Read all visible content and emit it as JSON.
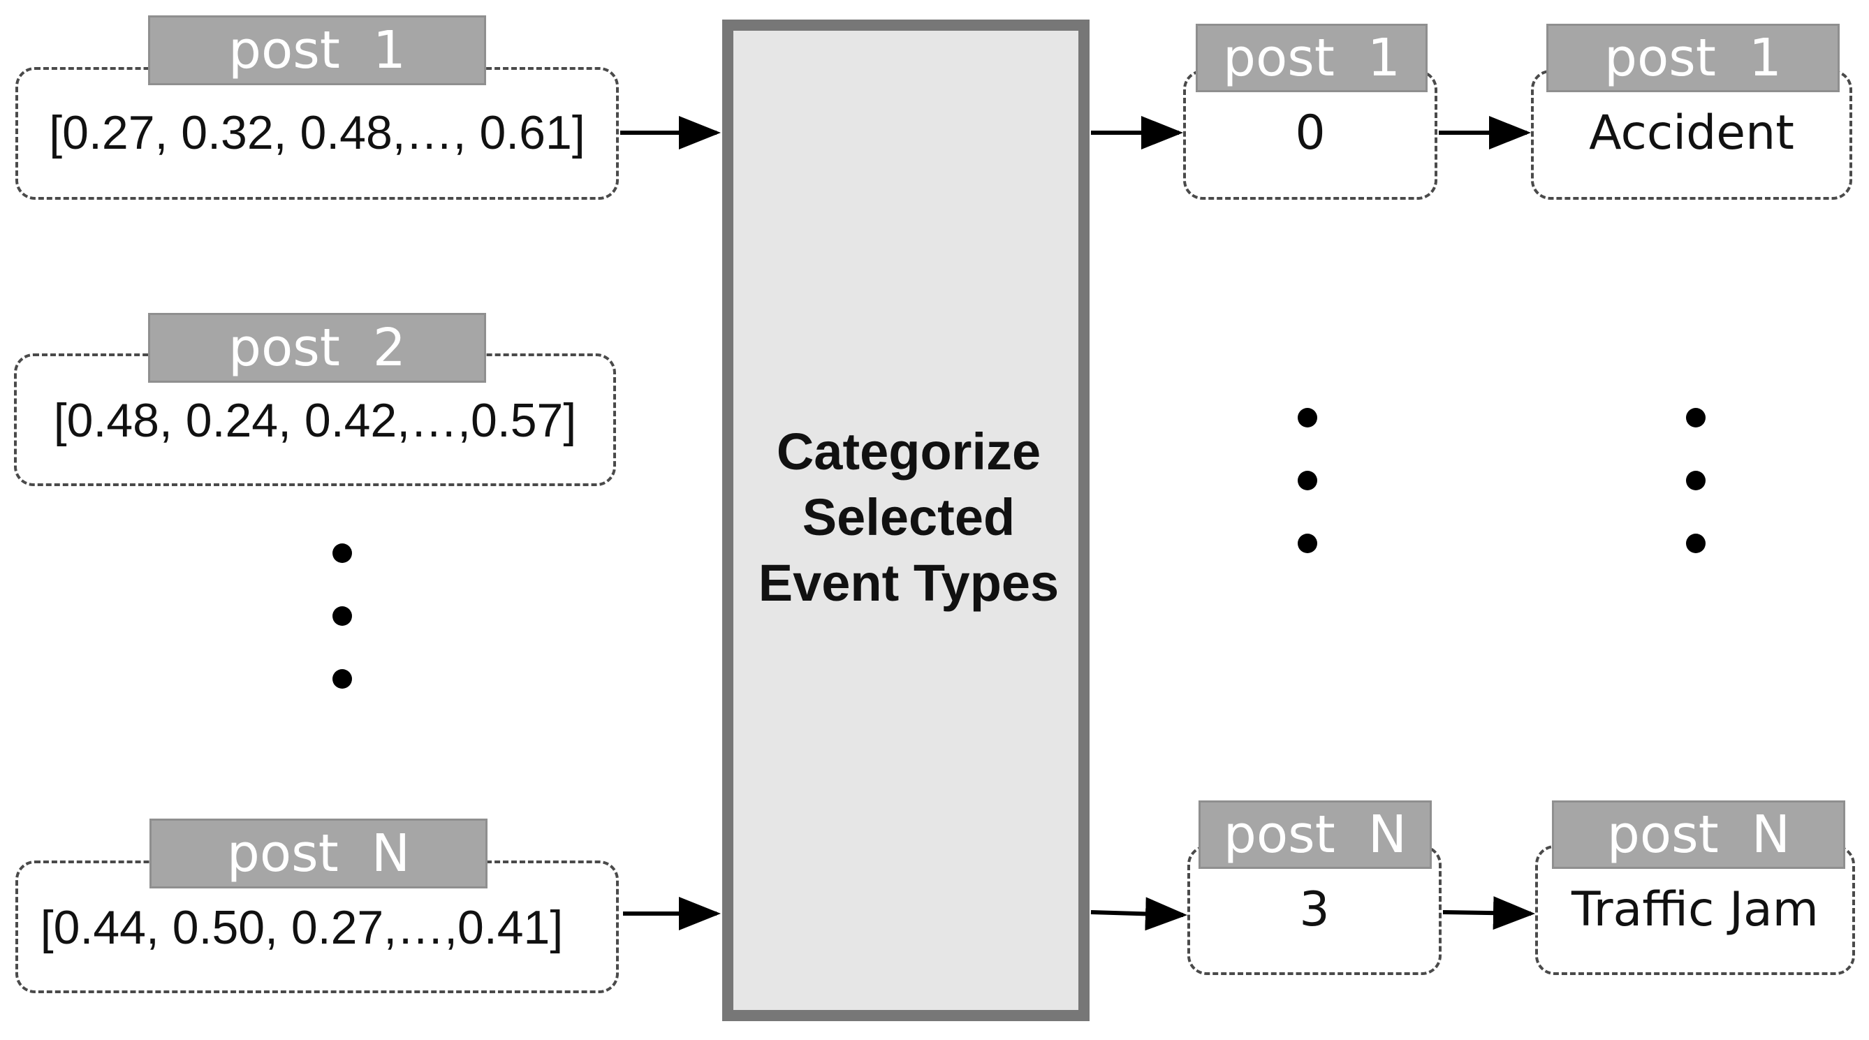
{
  "inputs": [
    {
      "tag": "post  1",
      "vector": "[0.27, 0.32, 0.48,…, 0.61]"
    },
    {
      "tag": "post  2",
      "vector": "[0.48, 0.24, 0.42,…,0.57]"
    },
    {
      "tag": "post  N",
      "vector": "[0.44, 0.50, 0.27,…,0.41]"
    }
  ],
  "process": {
    "lines": [
      "Categorize",
      "Selected",
      "Event Types"
    ]
  },
  "class_ids": [
    {
      "tag": "post  1",
      "value": "0"
    },
    {
      "tag": "post  N",
      "value": "3"
    }
  ],
  "event_labels": [
    {
      "tag": "post  1",
      "value": "Accident"
    },
    {
      "tag": "post  N",
      "value": "Traffic Jam"
    }
  ],
  "colors": {
    "tag_fill": "#a6a6a6",
    "process_fill": "#e6e6e6",
    "process_border": "#777777"
  }
}
